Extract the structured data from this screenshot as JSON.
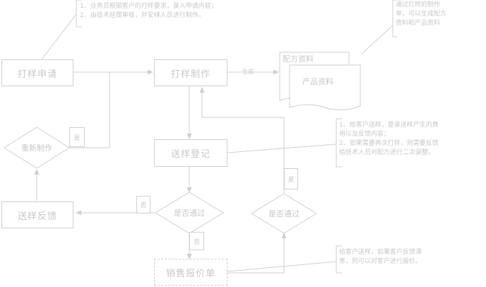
{
  "nodes": {
    "proof_request": "打样申请",
    "proof_making": "打样制作",
    "proof_register": "送样登记",
    "sample_feedback": "送样反馈",
    "sales_quote": "销售报价单",
    "resample": "重新制作",
    "check_pass_1": "是否通过",
    "check_pass_2": "是否通过"
  },
  "documents": {
    "formula_doc": "配方资料",
    "product_doc": "产品资料"
  },
  "edge_labels": {
    "generate": "生成"
  },
  "tags": {
    "yes_resample": "是",
    "no_feedback": "否",
    "no_quote": "否",
    "yes_loop": "是"
  },
  "notes": {
    "request_note": [
      "1、业务员根据客户的打样要求，录入申请内容；",
      "2、由技术经理审核，并安排人员进行制作。"
    ],
    "making_note": [
      "通过打样的制作",
      "单，可以生成配方",
      "资料和产品资料"
    ],
    "register_note": [
      "1、给客户送样，登录送样产生的费",
      "用以及反馈内容；",
      "2、如果需要再次打样，则需要反馈",
      "给技术人员对配方进行二次调整。"
    ],
    "quote_note": [
      "给客户送样，如果客户反馈满",
      "意，则可以对客户进行报价。"
    ]
  }
}
